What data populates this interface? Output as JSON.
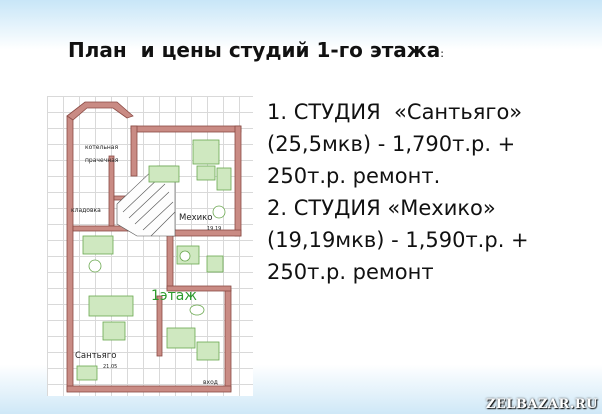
{
  "slide": {
    "title": "План  и цены студий 1-го этажа",
    "title_suffix": ":",
    "description_lines": [
      "1. СТУДИЯ  «Сантьяго»",
      "(25,5мкв) - 1,790т.р. +",
      "250т.р. ремонт.",
      "2. СТУДИЯ «Мехико»",
      "(19,19мкв) - 1,590т.р. +",
      "250т.р. ремонт"
    ]
  },
  "floor_plan": {
    "labels": {
      "boiler": "котельная",
      "laundry": "прачечная",
      "storage": "кладовка",
      "mexico": "Мехико",
      "mexico_area": "19.19",
      "floor": "1этаж",
      "santiago": "Сантьяго",
      "santiago_area": "21.05",
      "entrance": "вход"
    },
    "colors": {
      "wall": "#c98b84",
      "wall_stroke": "#8a4a44",
      "furniture": "#6aa84f",
      "floor_label": "#2e9a2e"
    }
  },
  "watermark": "ZELBAZAR.RU"
}
